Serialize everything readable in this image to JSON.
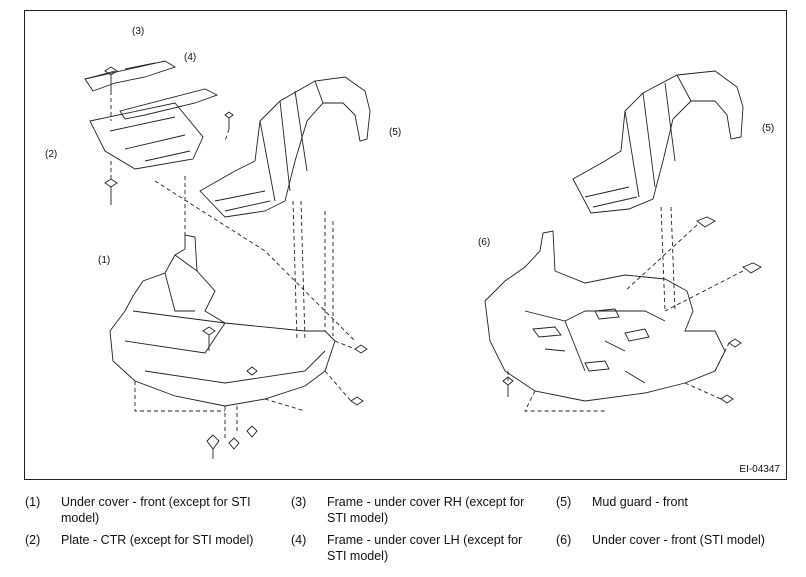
{
  "figure": {
    "id": "EI-04347",
    "callouts": {
      "c1": "(1)",
      "c2": "(2)",
      "c3": "(3)",
      "c4": "(4)",
      "c5a": "(5)",
      "c5b": "(5)",
      "c6": "(6)"
    }
  },
  "legend": [
    {
      "num": "(1)",
      "text": "Under cover - front (except for STI model)"
    },
    {
      "num": "(2)",
      "text": "Plate - CTR (except for STI model)"
    },
    {
      "num": "(3)",
      "text": "Frame - under cover RH (except for STI model)"
    },
    {
      "num": "(4)",
      "text": "Frame - under cover LH (except for STI model)"
    },
    {
      "num": "(5)",
      "text": "Mud guard - front"
    },
    {
      "num": "(6)",
      "text": "Under cover - front (STI model)"
    }
  ]
}
